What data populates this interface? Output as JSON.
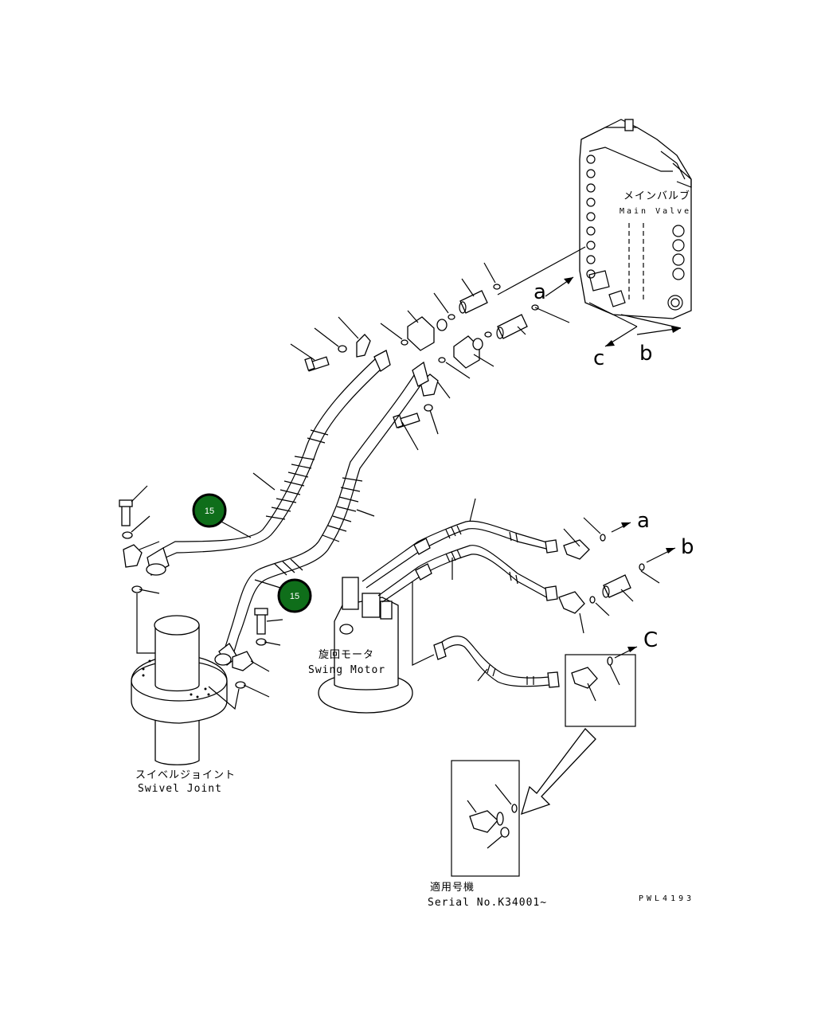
{
  "labels": {
    "main_valve_jp": "メインバルブ",
    "main_valve_en": "Main Valve",
    "swing_motor_jp": "旋回モータ",
    "swing_motor_en": "Swing Motor",
    "swivel_joint_jp": "スイベルジョイント",
    "swivel_joint_en": "Swivel Joint",
    "serial_jp": "適用号機",
    "serial_en": "Serial No.K34001~",
    "drawing_code": "PWL4193"
  },
  "arrows": {
    "a": "a",
    "b": "b",
    "c": "c",
    "c_upper": "C"
  },
  "badges": [
    {
      "number": "15",
      "color": "#0f6e1a"
    },
    {
      "number": "15",
      "color": "#0f6e1a"
    }
  ]
}
